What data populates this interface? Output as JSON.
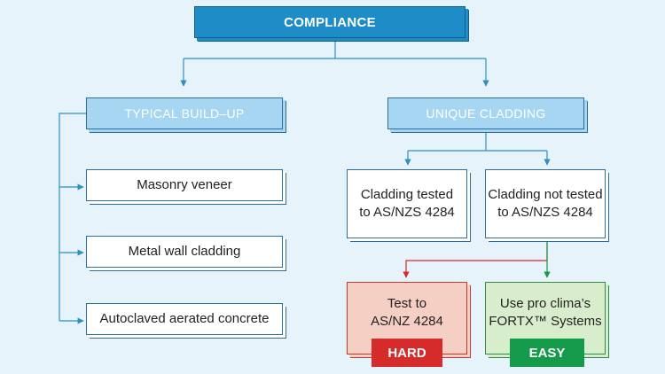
{
  "colors": {
    "background": "#e6f3fb",
    "primary_box": "#1e8cc6",
    "secondary_box": "#a6d6f1",
    "connector": "#2e6e99",
    "hard_fill": "#f5cfc3",
    "hard_accent": "#d52b2b",
    "easy_fill": "#d8edcb",
    "easy_accent": "#159a4a"
  },
  "diagram": {
    "root": "COMPLIANCE",
    "typical": {
      "title": "TYPICAL BUILD–UP",
      "items": [
        "Masonry veneer",
        "Metal wall cladding",
        "Autoclaved aerated concrete"
      ]
    },
    "unique": {
      "title": "UNIQUE CLADDING",
      "tested": [
        "Cladding tested",
        "to AS/NZS 4284"
      ],
      "not_tested": [
        "Cladding not tested",
        "to AS/NZS 4284"
      ],
      "hard_outcome": [
        "Test to",
        "AS/NZ 4284"
      ],
      "hard_label": "HARD",
      "easy_outcome": [
        "Use pro clima’s",
        "FORTX™ Systems"
      ],
      "easy_label": "EASY"
    }
  }
}
